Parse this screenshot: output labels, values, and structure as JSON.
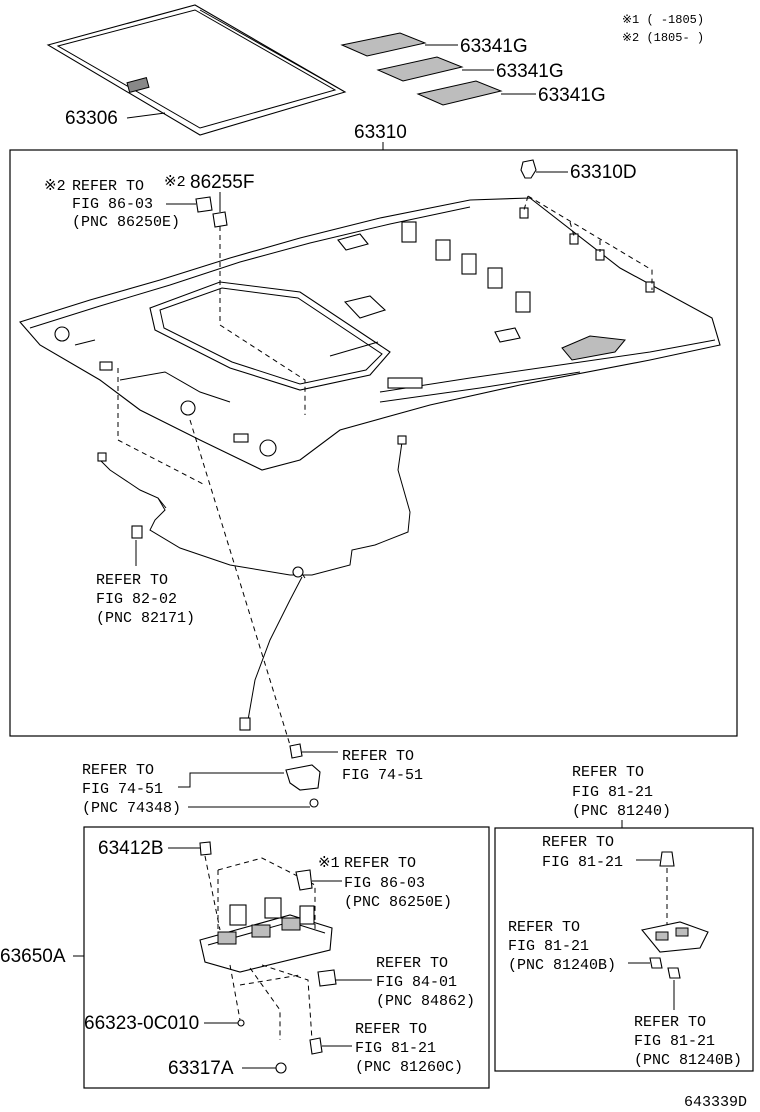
{
  "legend": {
    "note1": "※1 (      -1805)",
    "note2": "※2 (1805-      )"
  },
  "parts": {
    "p63306": "63306",
    "p63341G_1": "63341G",
    "p63341G_2": "63341G",
    "p63341G_3": "63341G",
    "p63310": "63310",
    "p86255F": "86255F",
    "p86255F_mark": "※2",
    "p63310D": "63310D",
    "p63412B": "63412B",
    "p63650A": "63650A",
    "p66323": "66323-0C010",
    "p63317A": "63317A"
  },
  "refs": {
    "r_86_03_top": {
      "mark": "※2",
      "l1": "REFER TO",
      "l2": "FIG 86-03",
      "l3": "(PNC 86250E)"
    },
    "r_82_02": {
      "l1": "REFER TO",
      "l2": "FIG 82-02",
      "l3": "(PNC 82171)"
    },
    "r_74_51_a": {
      "l1": "REFER TO",
      "l2": "FIG 74-51"
    },
    "r_74_51_b": {
      "l1": "REFER TO",
      "l2": "FIG 74-51",
      "l3": "(PNC 74348)"
    },
    "r_81_21_top": {
      "l1": "REFER TO",
      "l2": "FIG 81-21",
      "l3": "(PNC 81240)"
    },
    "r_86_03_bot": {
      "mark": "※1",
      "l1": "REFER TO",
      "l2": "FIG 86-03",
      "l3": "(PNC 86250E)"
    },
    "r_84_01": {
      "l1": "REFER TO",
      "l2": "FIG 84-01",
      "l3": "(PNC 84862)"
    },
    "r_81_21_c": {
      "l1": "REFER TO",
      "l2": "FIG 81-21",
      "l3": "(PNC 81260C)"
    },
    "r_81_21_bolt": {
      "l1": "REFER TO",
      "l2": "FIG 81-21"
    },
    "r_81_21_b1": {
      "l1": "REFER TO",
      "l2": "FIG 81-21",
      "l3": "(PNC 81240B)"
    },
    "r_81_21_b2": {
      "l1": "REFER TO",
      "l2": "FIG 81-21",
      "l3": "(PNC 81240B)"
    }
  },
  "footer": {
    "code": "643339D"
  }
}
